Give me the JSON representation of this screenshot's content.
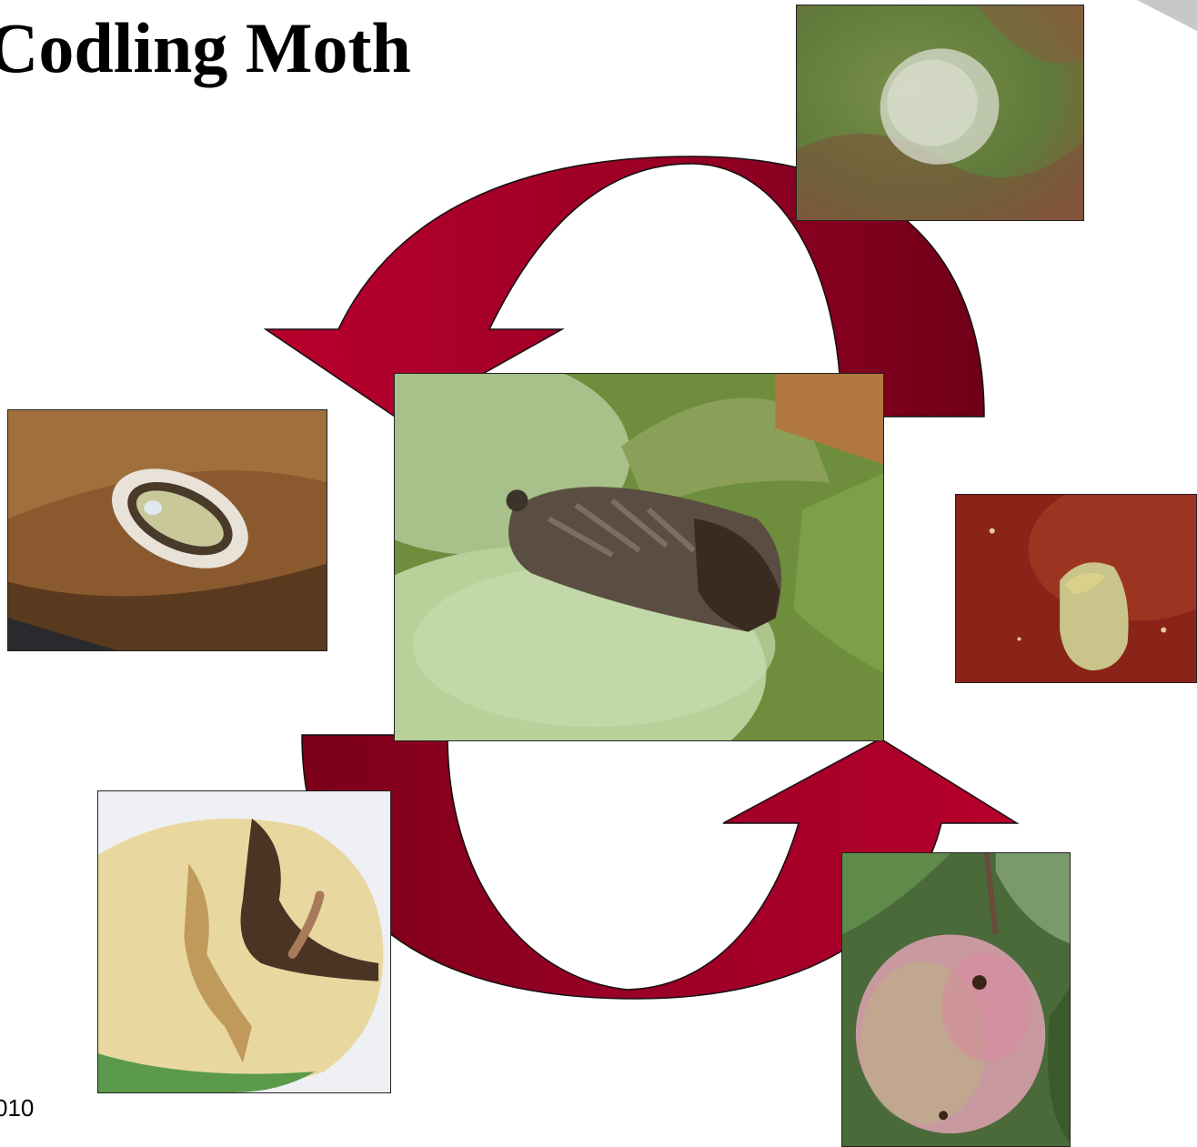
{
  "slide": {
    "title": "Codling Moth",
    "footer_year": "010"
  },
  "lifecycle": {
    "arrow_color": "#a8002a",
    "arrow_dark_color": "#7a0019",
    "stages": [
      {
        "id": "adult-moth",
        "icon": "moth-on-apple-photo"
      },
      {
        "id": "egg",
        "icon": "egg-on-leaf-photo"
      },
      {
        "id": "hatching-larva",
        "icon": "larva-entry-on-fruit-photo"
      },
      {
        "id": "fruit-damage",
        "icon": "damaged-apple-photo"
      },
      {
        "id": "larva-in-fruit",
        "icon": "cut-apple-larva-photo"
      },
      {
        "id": "cocoon",
        "icon": "larva-cocoon-in-bark-photo"
      }
    ]
  }
}
